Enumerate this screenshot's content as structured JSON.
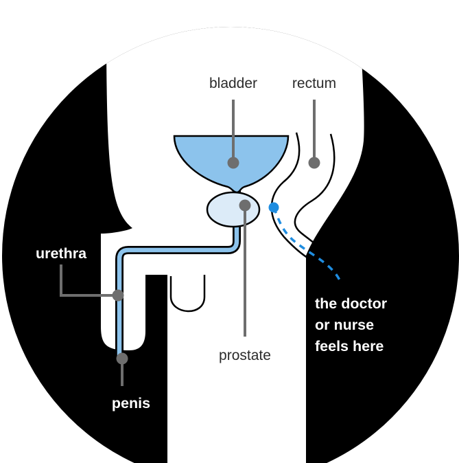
{
  "labels": {
    "bladder": "bladder",
    "rectum": "rectum",
    "urethra": "urethra",
    "prostate": "prostate",
    "penis": "penis",
    "exam_line1": "the doctor",
    "exam_line2": "or nurse",
    "exam_line3": "feels here"
  },
  "colors": {
    "background": "#000000",
    "body": "#ffffff",
    "bladder_fill": "#8cc3ec",
    "prostate_fill": "#dcebf8",
    "urethra": "#8cc3ec",
    "pointer": "#6e6e6e",
    "exam_path": "#1f8de0",
    "outline": "#000000"
  }
}
